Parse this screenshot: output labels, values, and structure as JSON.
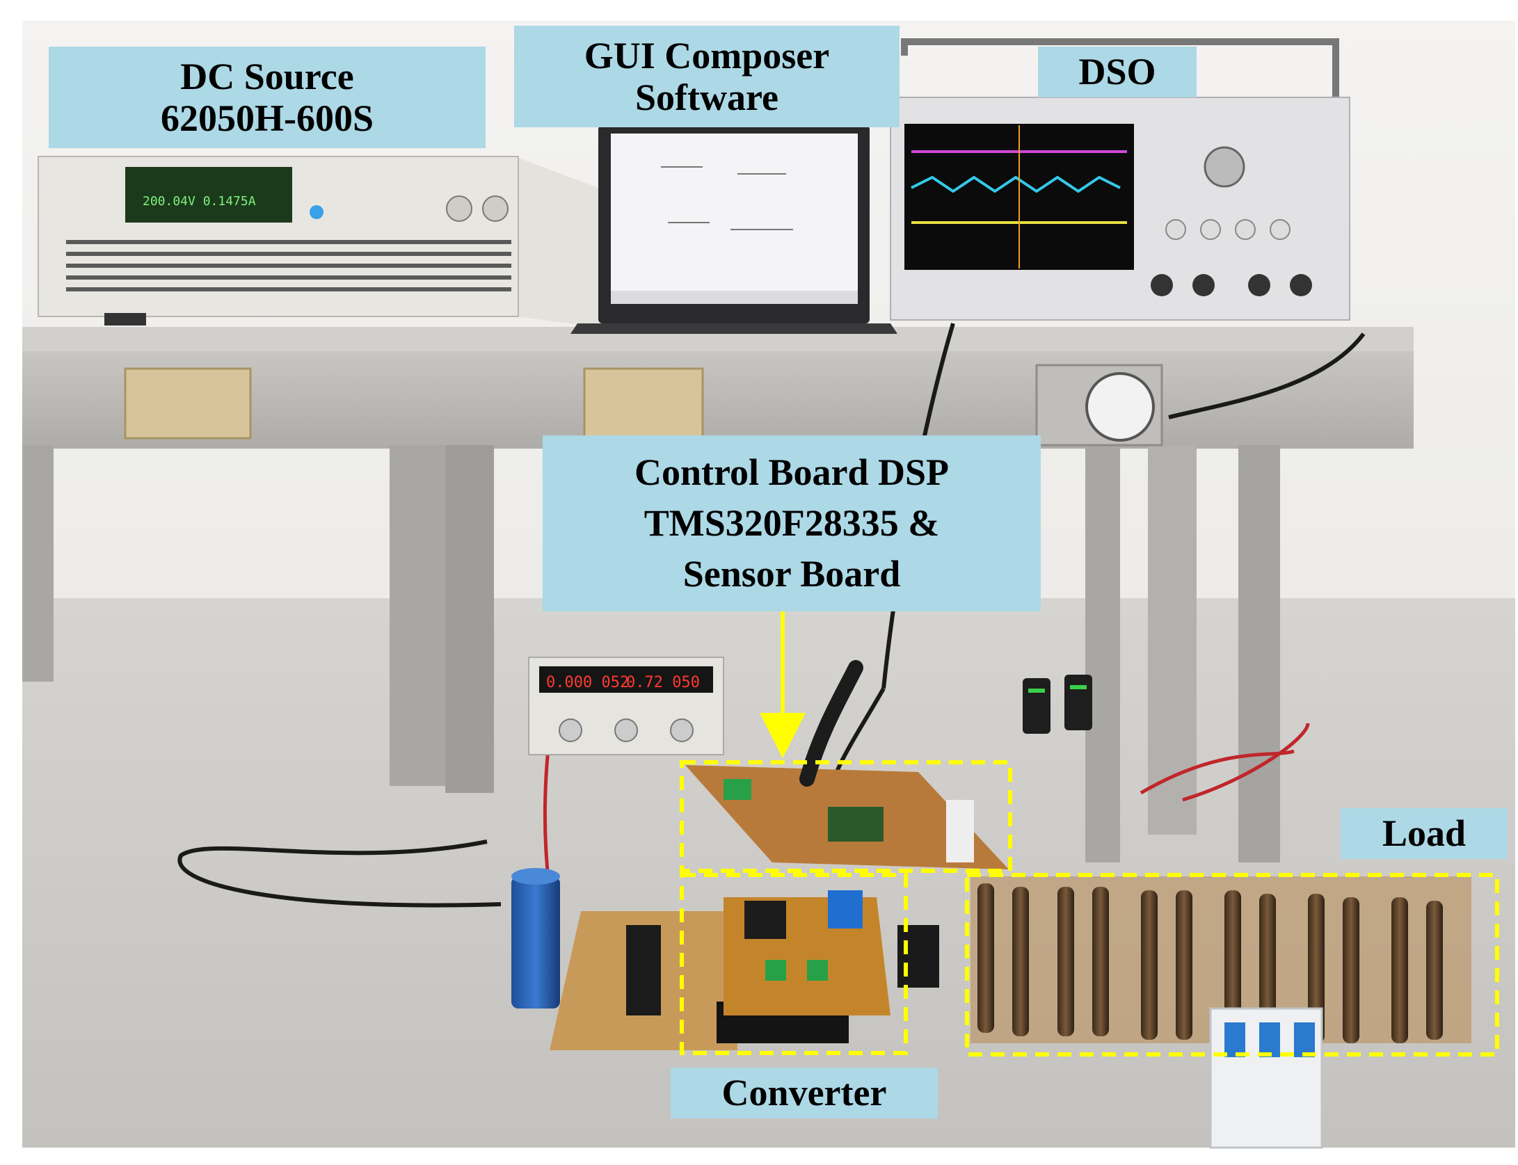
{
  "labels": {
    "dc_source": {
      "line1": "DC Source",
      "line2": "62050H-600S"
    },
    "gui_composer": {
      "line1": "GUI Composer",
      "line2": "Software"
    },
    "dso": {
      "line1": "DSO"
    },
    "control_board": {
      "line1": "Control Board DSP",
      "line2": "TMS320F28335 &",
      "line3": "Sensor Board"
    },
    "load": {
      "line1": "Load"
    },
    "converter": {
      "line1": "Converter"
    }
  },
  "devices": {
    "dc_source_display": "200.04V  0.1475A",
    "bench_supply_display_left": "0.000  052",
    "bench_supply_display_right": "0.72  050"
  },
  "colors": {
    "label_background": "#add8e6",
    "highlight_boxes": "#ffff00",
    "arrow": "#ffff00",
    "scope_trace_ch1": "#d04ad8",
    "scope_trace_ch2": "#36c8e8",
    "scope_trace_ch3": "#e8e040"
  }
}
